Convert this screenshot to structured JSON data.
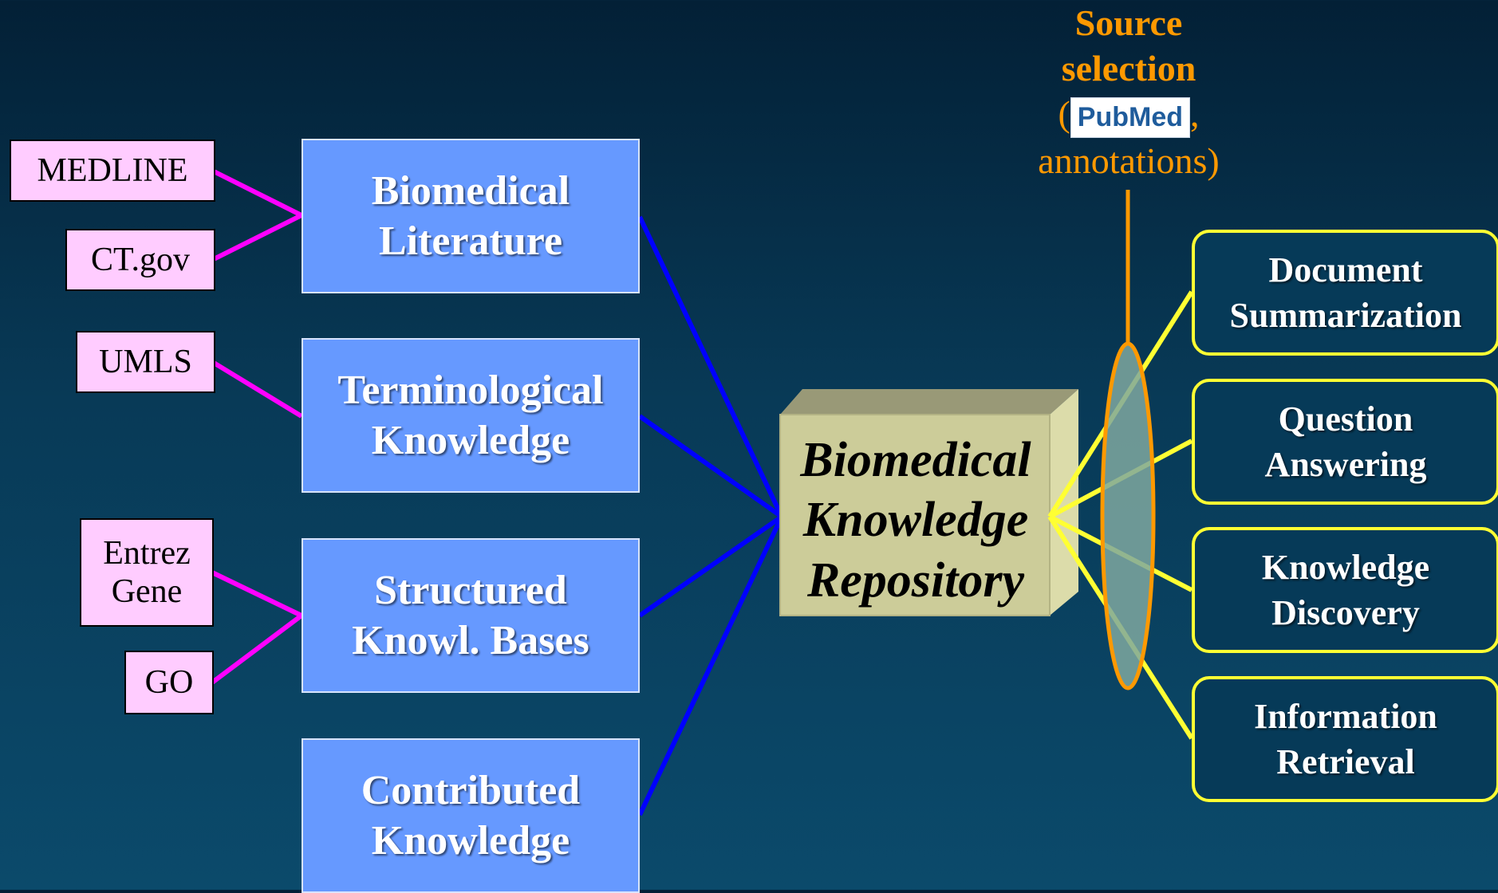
{
  "sources": [
    {
      "id": "medline",
      "label": "MEDLINE"
    },
    {
      "id": "ctgov",
      "label": "CT.gov"
    },
    {
      "id": "umls",
      "label": "UMLS"
    },
    {
      "id": "entrez",
      "label_line1": "Entrez",
      "label_line2": "Gene"
    },
    {
      "id": "go",
      "label": "GO"
    }
  ],
  "categories": [
    {
      "line1": "Biomedical",
      "line2": "Literature"
    },
    {
      "line1": "Terminological",
      "line2": "Knowledge"
    },
    {
      "line1": "Structured",
      "line2": "Knowl. Bases"
    },
    {
      "line1": "Contributed",
      "line2": "Knowledge"
    }
  ],
  "repository": {
    "line1": "Biomedical",
    "line2": "Knowledge",
    "line3": "Repository"
  },
  "source_selection": {
    "line1": "Source",
    "line2": "selection",
    "open_paren": "(",
    "logo_text": "PubMed",
    "after_logo": ",",
    "line4": "annotations)"
  },
  "applications": [
    {
      "line1": "Document",
      "line2": "Summarization"
    },
    {
      "line1": "Question",
      "line2": "Answering"
    },
    {
      "line1": "Knowledge",
      "line2": "Discovery"
    },
    {
      "line1": "Information",
      "line2": "Retrieval"
    }
  ],
  "colors": {
    "source_box": "#ffccff",
    "source_lines": "#ff00ff",
    "category_box": "#6699ff",
    "category_lines": "#0000ff",
    "repository_front": "#cccc99",
    "application_border": "#ffff33",
    "selection_text": "#ff9900"
  }
}
